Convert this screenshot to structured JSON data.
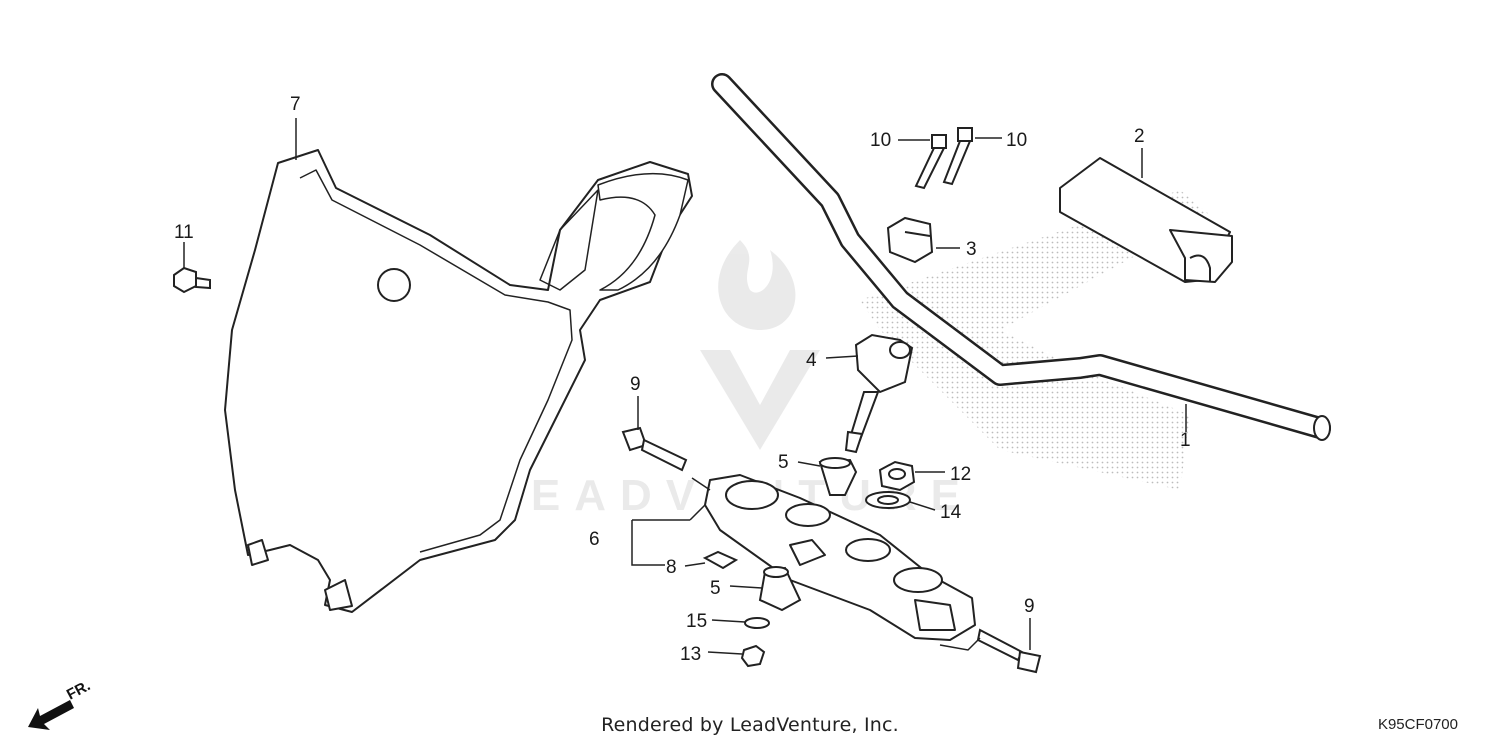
{
  "callouts": [
    {
      "id": "1",
      "label": "1"
    },
    {
      "id": "2",
      "label": "2"
    },
    {
      "id": "3",
      "label": "3"
    },
    {
      "id": "4",
      "label": "4"
    },
    {
      "id": "5a",
      "label": "5"
    },
    {
      "id": "5b",
      "label": "5"
    },
    {
      "id": "6",
      "label": "6"
    },
    {
      "id": "7",
      "label": "7"
    },
    {
      "id": "8",
      "label": "8"
    },
    {
      "id": "9a",
      "label": "9"
    },
    {
      "id": "9b",
      "label": "9"
    },
    {
      "id": "10a",
      "label": "10"
    },
    {
      "id": "10b",
      "label": "10"
    },
    {
      "id": "11",
      "label": "11"
    },
    {
      "id": "12",
      "label": "12"
    },
    {
      "id": "13",
      "label": "13"
    },
    {
      "id": "14",
      "label": "14"
    },
    {
      "id": "15",
      "label": "15"
    }
  ],
  "footer": {
    "credit": "Rendered by LeadVenture, Inc.",
    "diagram_code": "K95CF0700"
  },
  "direction_marker": {
    "label": "FR.",
    "icon": "front-direction-arrow-icon"
  },
  "watermark": {
    "text": "LEADVENTURE"
  }
}
